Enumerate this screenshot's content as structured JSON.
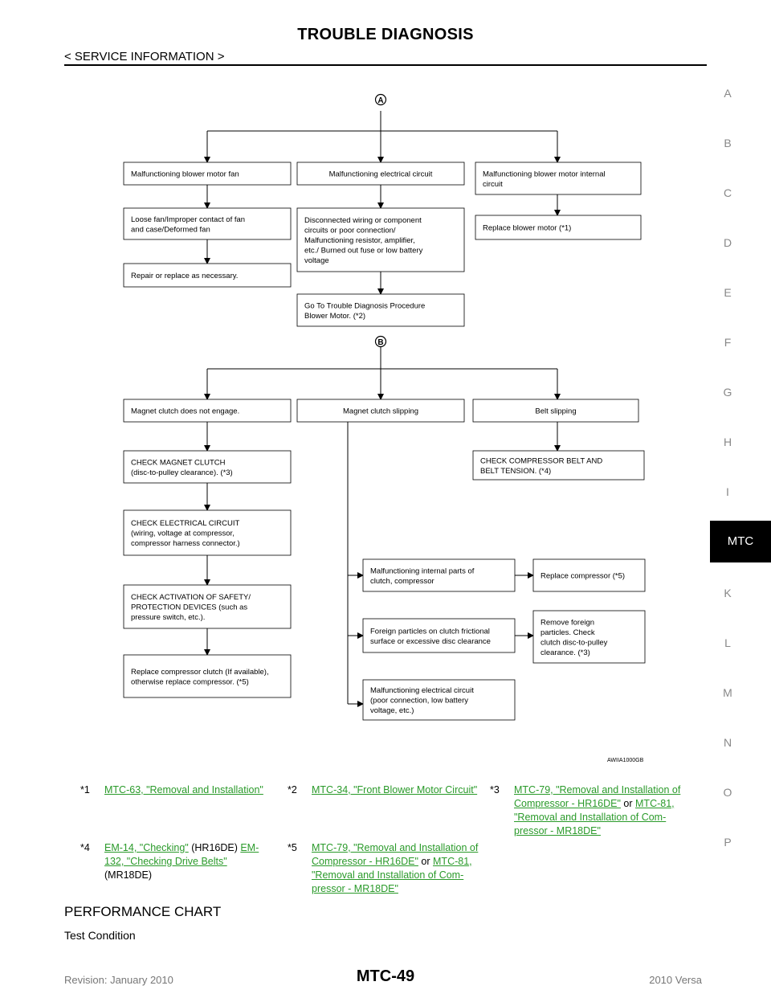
{
  "header": {
    "title": "TROUBLE DIAGNOSIS",
    "subtitle": "< SERVICE INFORMATION >"
  },
  "side_index": {
    "letters": [
      "A",
      "B",
      "C",
      "D",
      "E",
      "F",
      "G",
      "H",
      "I",
      "K",
      "L",
      "M",
      "N",
      "O",
      "P"
    ],
    "active_tab": "MTC"
  },
  "flowchart": {
    "marker_a": "A",
    "marker_b": "B",
    "fig_code": "AWIIA1000GB",
    "boxes": {
      "a_col1_1": [
        "Malfunctioning  blower  motor  fan"
      ],
      "a_col1_2": [
        "Loose  fan/Improper  contact  of  fan",
        "and  case/Deformed  fan"
      ],
      "a_col1_3": [
        "Repair  or  replace  as  necessary."
      ],
      "a_col2_1": [
        "Malfunctioning  electrical  circuit"
      ],
      "a_col2_2": [
        "Disconnected wiring  or  component",
        "circuits  or  poor  connection/",
        "Malfunctioning  resistor,  amplifier,",
        "etc./  Burned  out  fuse  or  low  battery",
        "voltage"
      ],
      "a_col2_3": [
        "Go  To  Trouble  Diagnosis  Procedure",
        "Blower  Motor.  (*2)"
      ],
      "a_col3_1": [
        "Malfunctioning  blower  motor  internal",
        "circuit"
      ],
      "a_col3_2": [
        "Replace blower motor  (*1)"
      ],
      "b_col1_1": [
        "Magnet  clutch  does  not  engage."
      ],
      "b_col1_2": [
        "CHECK  MAGNET  CLUTCH",
        "(disc-to-pulley  clearance).  (*3)"
      ],
      "b_col1_3": [
        "CHECK  ELECTRICAL  CIRCUIT",
        "(wiring, voltage at compressor,",
        "compressor harness connector.)"
      ],
      "b_col1_4": [
        "CHECK  ACTIVATION  OF  SAFETY/",
        "PROTECTION  DEVICES  (such  as",
        "pressure  switch,  etc.)."
      ],
      "b_col1_5": [
        "Replace compressor clutch (If available),",
        "otherwise replace compressor.  (*5)"
      ],
      "b_col2_1": [
        "Magnet  clutch  slipping"
      ],
      "b_col3_1": [
        "Belt  slipping"
      ],
      "b_col3_2": [
        "CHECK  COMPRESSOR  BELT  AND",
        "BELT  TENSION.  (*4)"
      ],
      "b_sub_1": [
        "Malfunctioning  internal  parts  of",
        "clutch,  compressor"
      ],
      "b_sub_1r": [
        "Replace compressor (*5)"
      ],
      "b_sub_2": [
        "Foreign  particles  on  clutch  frictional",
        "surface  or  excessive  disc  clearance"
      ],
      "b_sub_2r": [
        "Remove foreign",
        "particles. Check",
        "clutch disc-to-pulley",
        "clearance.  (*3)"
      ],
      "b_sub_3": [
        "Malfunctioning  electrical  circuit",
        "(poor  connection,  low  battery",
        "voltage,  etc.)"
      ]
    }
  },
  "footnotes": {
    "n1": {
      "key": "*1",
      "link": "MTC-63, \"Removal and Installation\""
    },
    "n2": {
      "key": "*2",
      "link": "MTC-34, \"Front Blower Motor Circuit\""
    },
    "n3": {
      "key": "*3",
      "link1_l1": "MTC-79, \"Removal and Installation of",
      "link1_l2": "Compressor - HR16DE\"",
      "join": " or ",
      "link2_a": "MTC-81,",
      "link2_l2": "\"Removal and Installation of Com-",
      "link2_l3": "pressor - MR18DE\""
    },
    "n4": {
      "key": "*4",
      "link1": "EM-14, \"Checking\"",
      "text1": " (HR16DE) ",
      "link2_a": "EM-",
      "link2_l2": "132, \"Checking Drive Belts\"",
      "text2": "(MR18DE)"
    },
    "n5": {
      "key": "*5",
      "link1_l1": "MTC-79, \"Removal and Installation of",
      "link1_l2": "Compressor - HR16DE\"",
      "join": " or ",
      "link2_a": "MTC-81,",
      "link2_l2": "\"Removal and Installation of Com-",
      "link2_l3": "pressor - MR18DE\""
    }
  },
  "section": {
    "title": "PERFORMANCE CHART",
    "subtitle": "Test Condition"
  },
  "footer": {
    "left": "Revision: January 2010",
    "center": "MTC-49",
    "right": "2010 Versa"
  }
}
